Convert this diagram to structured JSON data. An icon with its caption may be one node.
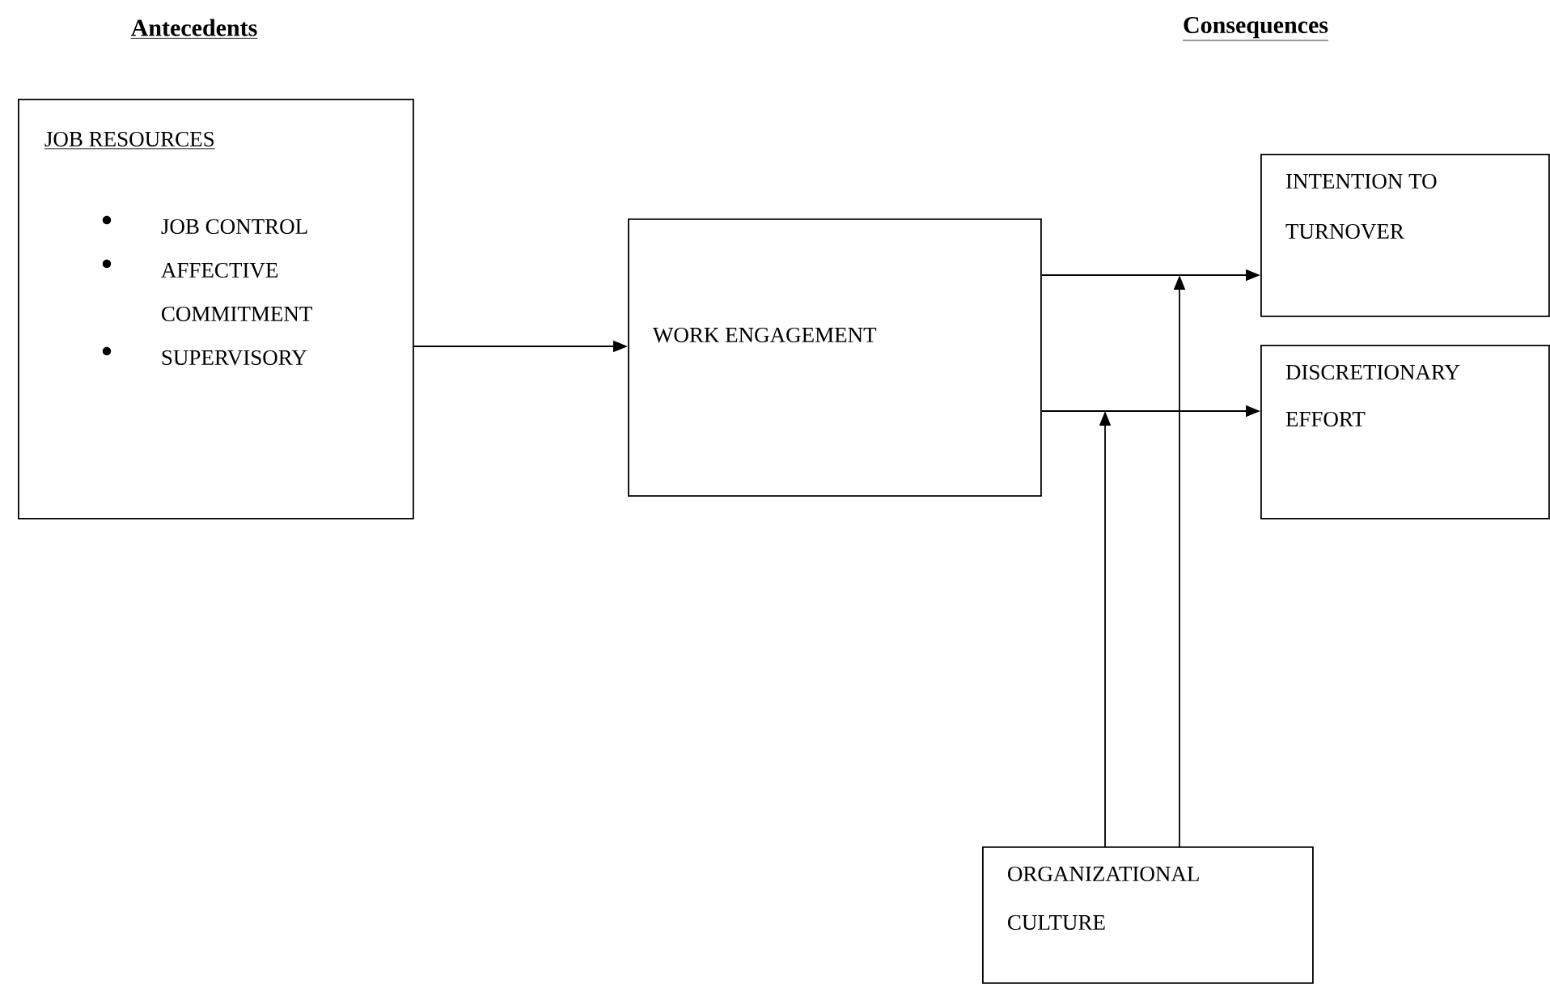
{
  "diagram": {
    "nodes": [
      {
        "text": [
          "JOB RESOURCES",
          "JOB CONTROL",
          "AFFECTIVE COMMITMENT",
          "SUPERVISORY"
        ]
      },
      {
        "text": [
          "WORK ENGAGEMENT"
        ]
      },
      {
        "text": [
          "INTENTION TO TURNOVER"
        ]
      },
      {
        "text": [
          "DISCRETIONARY EFFORT"
        ]
      },
      {
        "text": [
          "ORGANIZATIONAL CULTURE"
        ]
      }
    ],
    "edges": [
      {
        "from": 0,
        "to": 1,
        "arrow": "to"
      },
      {
        "from": 1,
        "to": 2,
        "arrow": "to"
      },
      {
        "from": 1,
        "to": 3,
        "arrow": "to"
      },
      {
        "from": 4,
        "to": null,
        "arrow": "to"
      },
      {
        "from": 4,
        "to": null,
        "arrow": "to"
      }
    ],
    "labels": [
      "Antecedents",
      "Consequences"
    ]
  }
}
